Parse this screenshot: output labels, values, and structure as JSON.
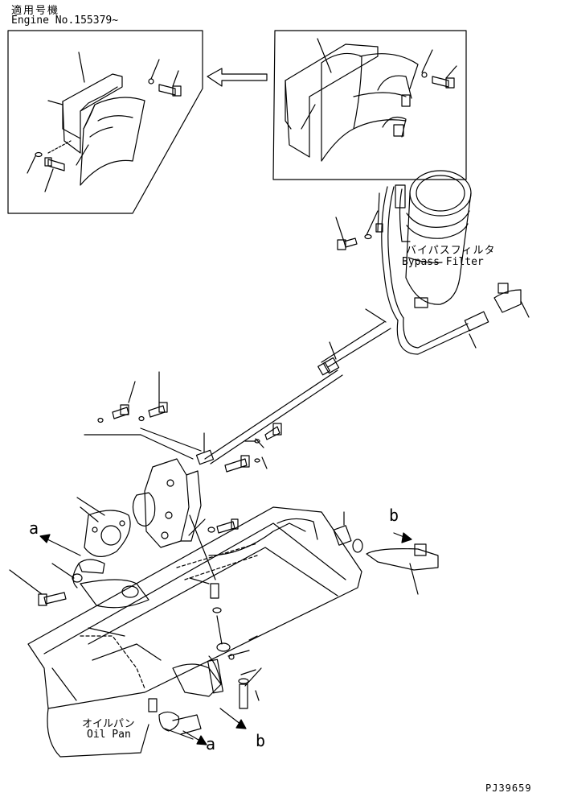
{
  "header": {
    "applicable_model_jp": "適用号機",
    "engine_no": "Engine No.155379~"
  },
  "labels": {
    "bypass_filter_jp": "バイパスフィルタ",
    "bypass_filter_en": "Bypass Filter",
    "oil_pan_jp": "オイルパン",
    "oil_pan_en": "Oil Pan",
    "marker_a": "a",
    "marker_b": "b",
    "drawing_code": "PJ39659"
  },
  "colors": {
    "line": "#000000",
    "paper": "#ffffff"
  }
}
